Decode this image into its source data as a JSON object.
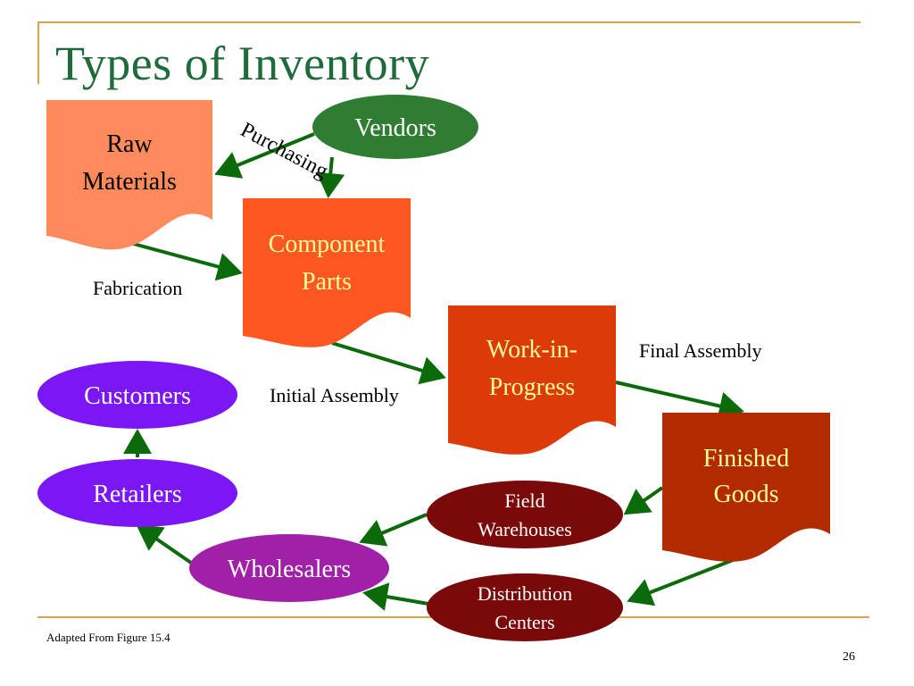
{
  "title": "Types of Inventory",
  "nodes": {
    "raw_materials": [
      "Raw",
      "Materials"
    ],
    "vendors": "Vendors",
    "component_parts": [
      "Component",
      "Parts"
    ],
    "work_in_progress": [
      "Work-in-",
      "Progress"
    ],
    "finished_goods": [
      "Finished",
      "Goods"
    ],
    "customers": "Customers",
    "retailers": "Retailers",
    "wholesalers": "Wholesalers",
    "field_warehouses": [
      "Field",
      "Warehouses"
    ],
    "distribution_centers": [
      "Distribution",
      "Centers"
    ]
  },
  "flow_labels": {
    "purchasing": "Purchasing",
    "fabrication": "Fabrication",
    "initial_assembly": "Initial Assembly",
    "final_assembly": "Final Assembly"
  },
  "footer": {
    "note": "Adapted From Figure 15.4",
    "page_number": "26"
  },
  "colors": {
    "title": "#1f6b3a",
    "frame": "#d4a84a",
    "arrow": "#0b6b0b",
    "raw_materials": "#ff8a5c",
    "component_parts": "#ff5722",
    "work_in_progress": "#dd3a0a",
    "finished_goods": "#b22a00",
    "vendors": "#2e7d32",
    "customer_chain": "#7b16f5",
    "wholesalers": "#a020a8",
    "warehouses": "#7a0a0a",
    "node_text_light": "#ffff99"
  }
}
